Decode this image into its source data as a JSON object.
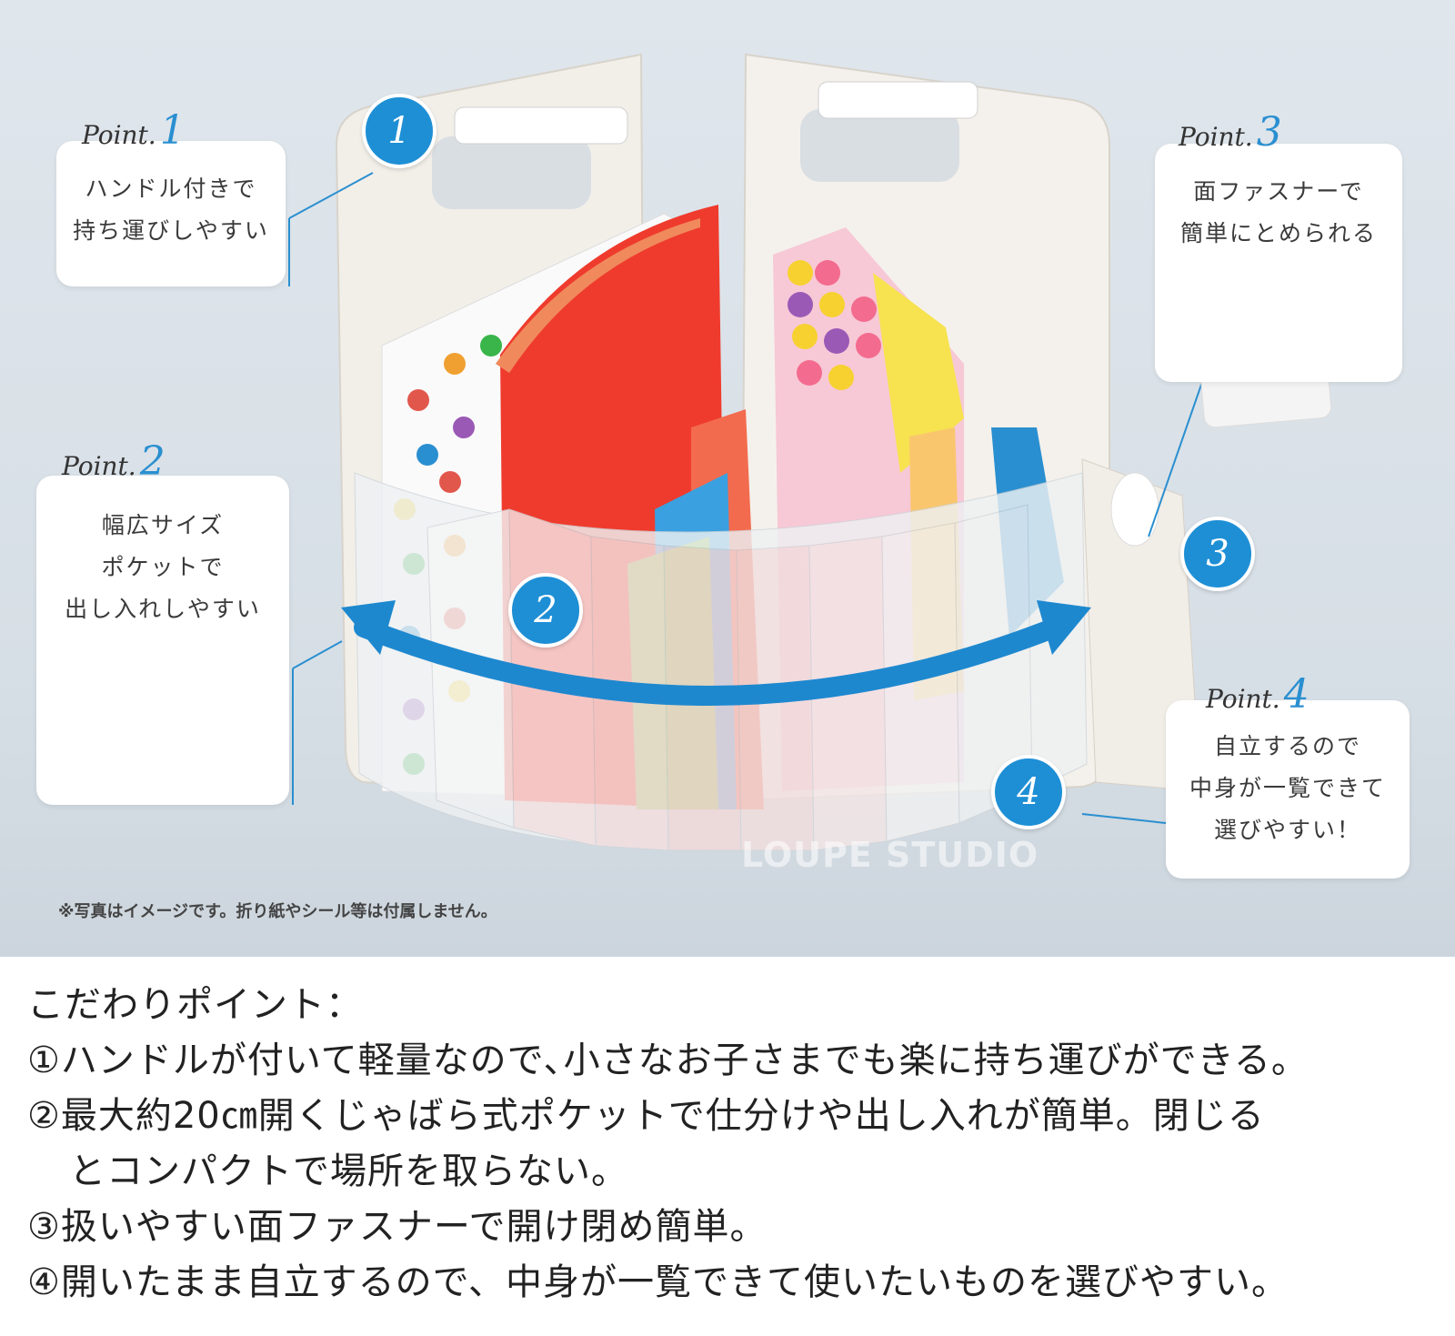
{
  "points": [
    {
      "label": "Point.",
      "num": "1",
      "lines": [
        "ハンドル付きで",
        "持ち運びしやすい"
      ]
    },
    {
      "label": "Point.",
      "num": "2",
      "lines": [
        "幅広サイズ",
        "ポケットで",
        "出し入れしやすい"
      ]
    },
    {
      "label": "Point.",
      "num": "3",
      "lines": [
        "面ファスナーで",
        "簡単にとめられる"
      ]
    },
    {
      "label": "Point.",
      "num": "4",
      "lines": [
        "自立するので",
        "中身が一覧できて",
        "選びやすい！"
      ]
    }
  ],
  "badges": [
    "1",
    "2",
    "3",
    "4"
  ],
  "note": "※写真はイメージです。折り紙やシール等は付属しません。",
  "watermark": "LOUPE STUDIO",
  "features": {
    "heading": "こだわりポイント：",
    "item1": "①ハンドルが付いて軽量なので､小さなお子さまでも楽に持ち運びができる。",
    "item2a": "②最大約20㎝開くじゃばら式ポケットで仕分けや出し入れが簡単。閉じる",
    "item2b": "とコンパクトで場所を取らない。",
    "item3": "③扱いやすい面ファスナーで開け閉め簡単。",
    "item4": "④開いたまま自立するので、中身が一覧できて使いたいものを選びやすい。"
  },
  "colors": {
    "accent": "#1e8fd5",
    "background": "#dfe6ec"
  }
}
